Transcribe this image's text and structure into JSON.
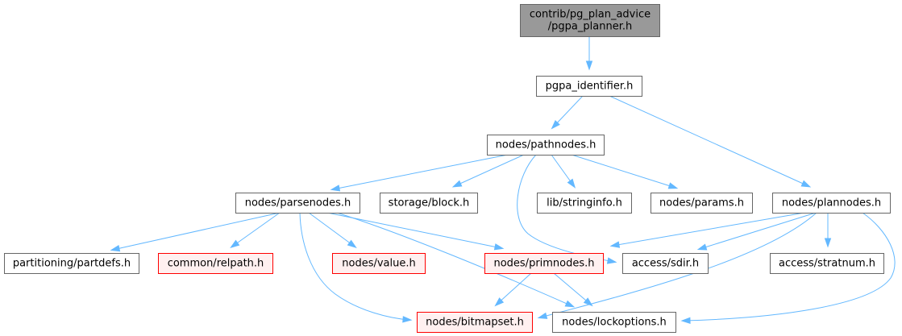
{
  "colors": {
    "edge": "#63b8ff",
    "root_fill": "#999999",
    "root_border": "#666666",
    "normal_fill": "#ffffff",
    "normal_border": "#666666",
    "truncated_fill": "#fff0f0",
    "truncated_border": "#ff0000"
  },
  "nodes": [
    {
      "id": "root",
      "lines": [
        "contrib/pg_plan_advice",
        "/pgpa_planner.h"
      ],
      "style": "root"
    },
    {
      "id": "identifier",
      "lines": [
        "pgpa_identifier.h"
      ],
      "style": "normal"
    },
    {
      "id": "pathnodes",
      "lines": [
        "nodes/pathnodes.h"
      ],
      "style": "normal"
    },
    {
      "id": "parsenodes",
      "lines": [
        "nodes/parsenodes.h"
      ],
      "style": "normal"
    },
    {
      "id": "block",
      "lines": [
        "storage/block.h"
      ],
      "style": "normal"
    },
    {
      "id": "stringinfo",
      "lines": [
        "lib/stringinfo.h"
      ],
      "style": "normal"
    },
    {
      "id": "params",
      "lines": [
        "nodes/params.h"
      ],
      "style": "normal"
    },
    {
      "id": "plannodes",
      "lines": [
        "nodes/plannodes.h"
      ],
      "style": "normal"
    },
    {
      "id": "partdefs",
      "lines": [
        "partitioning/partdefs.h"
      ],
      "style": "normal"
    },
    {
      "id": "relpath",
      "lines": [
        "common/relpath.h"
      ],
      "style": "truncated"
    },
    {
      "id": "value",
      "lines": [
        "nodes/value.h"
      ],
      "style": "truncated"
    },
    {
      "id": "primnodes",
      "lines": [
        "nodes/primnodes.h"
      ],
      "style": "truncated"
    },
    {
      "id": "sdir",
      "lines": [
        "access/sdir.h"
      ],
      "style": "normal"
    },
    {
      "id": "stratnum",
      "lines": [
        "access/stratnum.h"
      ],
      "style": "normal"
    },
    {
      "id": "bitmapset",
      "lines": [
        "nodes/bitmapset.h"
      ],
      "style": "truncated"
    },
    {
      "id": "lockoptions",
      "lines": [
        "nodes/lockoptions.h"
      ],
      "style": "normal"
    }
  ],
  "edges": [
    {
      "from": "root",
      "to": "identifier"
    },
    {
      "from": "identifier",
      "to": "pathnodes"
    },
    {
      "from": "identifier",
      "to": "plannodes"
    },
    {
      "from": "pathnodes",
      "to": "parsenodes"
    },
    {
      "from": "pathnodes",
      "to": "block"
    },
    {
      "from": "pathnodes",
      "to": "stringinfo"
    },
    {
      "from": "pathnodes",
      "to": "params"
    },
    {
      "from": "pathnodes",
      "to": "sdir"
    },
    {
      "from": "parsenodes",
      "to": "partdefs"
    },
    {
      "from": "parsenodes",
      "to": "relpath"
    },
    {
      "from": "parsenodes",
      "to": "value"
    },
    {
      "from": "parsenodes",
      "to": "primnodes"
    },
    {
      "from": "parsenodes",
      "to": "bitmapset"
    },
    {
      "from": "parsenodes",
      "to": "lockoptions"
    },
    {
      "from": "plannodes",
      "to": "primnodes"
    },
    {
      "from": "plannodes",
      "to": "sdir"
    },
    {
      "from": "plannodes",
      "to": "stratnum"
    },
    {
      "from": "plannodes",
      "to": "bitmapset"
    },
    {
      "from": "plannodes",
      "to": "lockoptions"
    },
    {
      "from": "primnodes",
      "to": "bitmapset"
    },
    {
      "from": "primnodes",
      "to": "lockoptions"
    }
  ]
}
